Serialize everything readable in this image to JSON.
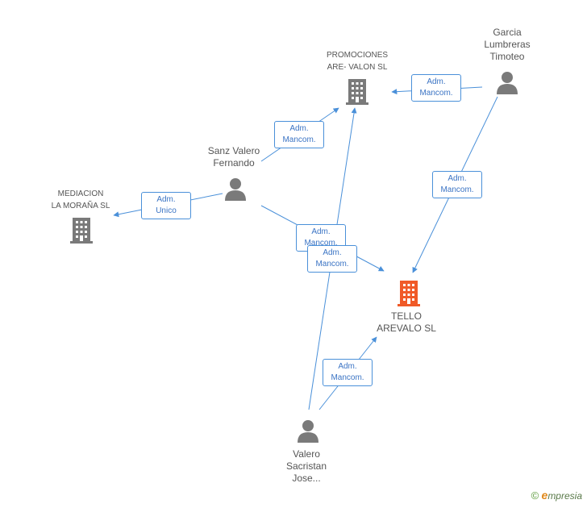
{
  "nodes": {
    "promociones": {
      "label": "PROMOCIONES\nARE- VALON SL"
    },
    "garcia": {
      "label": "Garcia\nLumbreras\nTimoteo"
    },
    "sanz": {
      "label": "Sanz Valero\nFernando"
    },
    "mediacion": {
      "label": "MEDIACION\nLA MORAÑA SL"
    },
    "tello": {
      "label": "TELLO\nAREVALO SL"
    },
    "valero": {
      "label": "Valero\nSacristan\nJose..."
    }
  },
  "edges": [
    {
      "label": "Adm.\nMancom."
    },
    {
      "label": "Adm.\nMancom."
    },
    {
      "label": "Adm.\nMancom."
    },
    {
      "label": "Adm.\nUnico"
    },
    {
      "label": "Adm.\nMancom."
    },
    {
      "label": "Adm.\nMancom."
    },
    {
      "label": "Adm.\nMancom."
    }
  ],
  "colors": {
    "edge": "#4a90d9",
    "company": "#7a7a7a",
    "person": "#7a7a7a",
    "target": "#f05a28"
  },
  "icons": {
    "company": "building-icon",
    "person": "person-icon",
    "target": "building-icon"
  },
  "footer": {
    "copyright": "©",
    "brand_first": "e",
    "brand_rest": "mpresia"
  }
}
